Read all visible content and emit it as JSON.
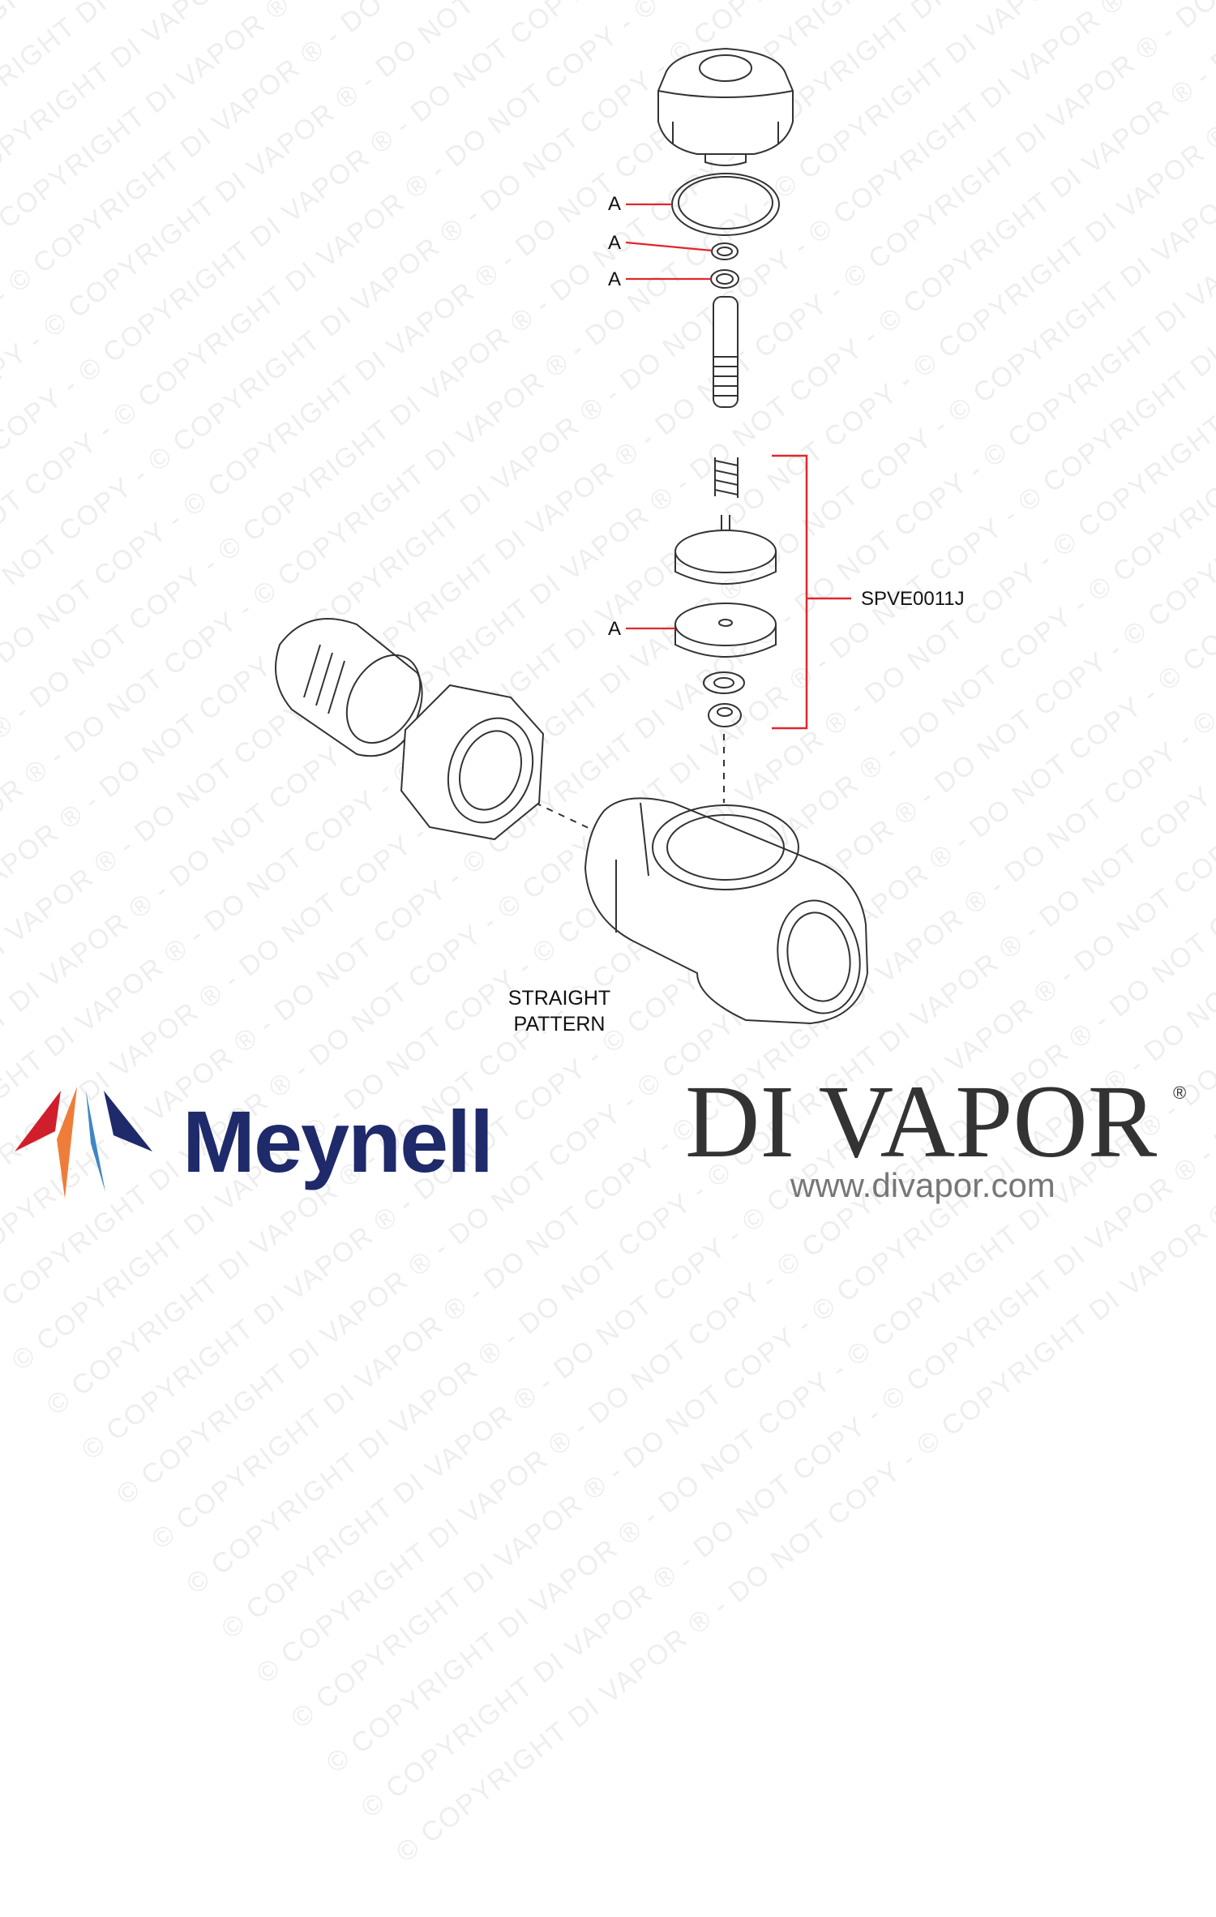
{
  "watermark": {
    "text": "© COPYRIGHT DI VAPOR ® - DO NOT COPY - © COPYRIGHT DI VAPOR ® - DO NOT COPY - © COPYRIGHT DI VAPOR ® - DO NOT COPY - © COPYRIGHT DI VAPOR ® - DO NOT COPY -"
  },
  "callouts": {
    "a1": "A",
    "a2": "A",
    "a3": "A",
    "a4": "A"
  },
  "kit": {
    "code": "SPVE0011J"
  },
  "body_label": {
    "line1": "STRAIGHT",
    "line2": "PATTERN"
  },
  "brands": {
    "meynell": "Meynell",
    "divapor": "DI VAPOR",
    "reg": "®",
    "url": "www.divapor.com"
  },
  "colors": {
    "leader": "#e0272c",
    "line": "#333333",
    "meynell_blue": "#1f2a6b",
    "arrow_red": "#d11e2d",
    "arrow_orange": "#ef7d3a",
    "arrow_blue": "#3f86c6"
  }
}
